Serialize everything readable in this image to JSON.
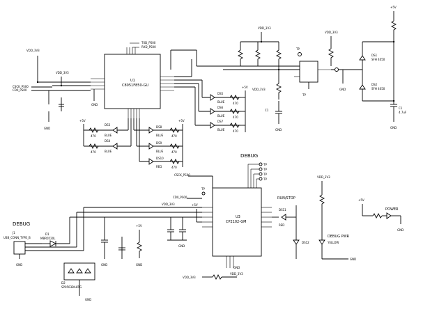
{
  "labels": {
    "debug_top": "DEBUG",
    "debug_left": "DEBUG",
    "run_stop": "RUN/STOP",
    "debug_pwr": "DEBUG PWR",
    "power": "POWER"
  },
  "nets": {
    "vdd_3v3": "VDD_3V3",
    "vdd_5v": "+5V",
    "gnd": "GND",
    "cs_h": "CSCK_PS00",
    "cd_h": "CD0_PS00",
    "txd": "TXD_PS00",
    "rxd": "RXD_PS00"
  },
  "components": {
    "u1": {
      "ref": "U1",
      "part": "C8051F850-GU"
    },
    "u3": {
      "ref": "U3",
      "part": "CP2102-GM"
    },
    "ds1": {
      "ref": "DS1",
      "part": "SFH 4050"
    },
    "ds2": {
      "ref": "DS2",
      "part": "SFH 4050"
    },
    "ds3": {
      "ref": "DS3",
      "color": "BLUE"
    },
    "ds4": {
      "ref": "DS4",
      "color": "BLUE"
    },
    "ds5": {
      "ref": "DS5",
      "color": "BLUE"
    },
    "ds6": {
      "ref": "DS6",
      "color": "BLUE"
    },
    "ds7": {
      "ref": "DS7",
      "color": "BLUE"
    },
    "ds8": {
      "ref": "DS8",
      "color": "BLUE"
    },
    "ds9": {
      "ref": "DS9",
      "color": "BLUE"
    },
    "ds10": {
      "ref": "DS10",
      "color": "RED"
    },
    "ds11": {
      "ref": "DS11",
      "color": "RED"
    },
    "ds12": {
      "ref": "DS12",
      "color": "YELLOW"
    },
    "d1": {
      "ref": "D1",
      "part": "MBR0520L"
    },
    "d2": {
      "ref": "D2",
      "part": "SP0503BAHTG"
    },
    "j1": {
      "ref": "J1",
      "part": "USB_CONN_TYPE_B"
    },
    "r": "470",
    "c1": {
      "ref": "C1",
      "value": "4.7uF"
    },
    "tp": "TP"
  }
}
